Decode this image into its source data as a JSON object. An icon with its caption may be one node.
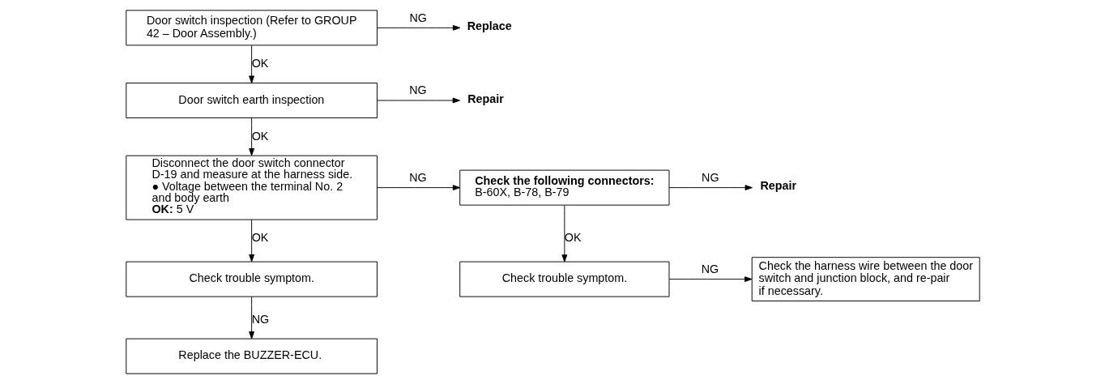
{
  "diagram": {
    "nodes": [
      {
        "text": [
          "Door switch inspection (Refer to GROUP 42 – Door Assembly.)"
        ]
      },
      {
        "text": [
          "Replace"
        ]
      },
      {
        "text": [
          "Door switch earth inspection"
        ]
      },
      {
        "text": [
          "Repair"
        ]
      },
      {
        "text": [
          "Disconnect the door switch connector D-19 and measure at the harness side.",
          "● Voltage between the terminal No. 2 and body earth",
          "**OK:** 5 V"
        ]
      },
      {
        "text": [
          "Check the following connectors:",
          "B-60X, B-78, B-79"
        ]
      },
      {
        "text": [
          "Repair"
        ]
      },
      {
        "text": [
          "Check trouble symptom."
        ]
      },
      {
        "text": [
          "Check the harness wire between the door switch and junction block, and re-pair if necessary."
        ]
      },
      {
        "text": [
          "Check trouble symptom."
        ]
      },
      {
        "text": [
          "Replace the BUZZER-ECU."
        ]
      }
    ],
    "edges": [
      {
        "from": 0,
        "to": 1,
        "arrow": "to",
        "label": "NG"
      },
      {
        "from": 0,
        "to": 2,
        "arrow": "to",
        "label": "OK"
      },
      {
        "from": 2,
        "to": 3,
        "arrow": "to",
        "label": "NG"
      },
      {
        "from": 2,
        "to": 4,
        "arrow": "to",
        "label": "OK"
      },
      {
        "from": 4,
        "to": 5,
        "arrow": "to",
        "label": "NG"
      },
      {
        "from": 4,
        "to": 9,
        "arrow": "to",
        "label": "OK"
      },
      {
        "from": 5,
        "to": 6,
        "arrow": "to",
        "label": "NG"
      },
      {
        "from": 5,
        "to": 7,
        "arrow": "to",
        "label": "OK"
      },
      {
        "from": 7,
        "to": 8,
        "arrow": "to",
        "label": "NG"
      },
      {
        "from": 9,
        "to": 10,
        "arrow": "to",
        "label": "NG"
      }
    ]
  }
}
